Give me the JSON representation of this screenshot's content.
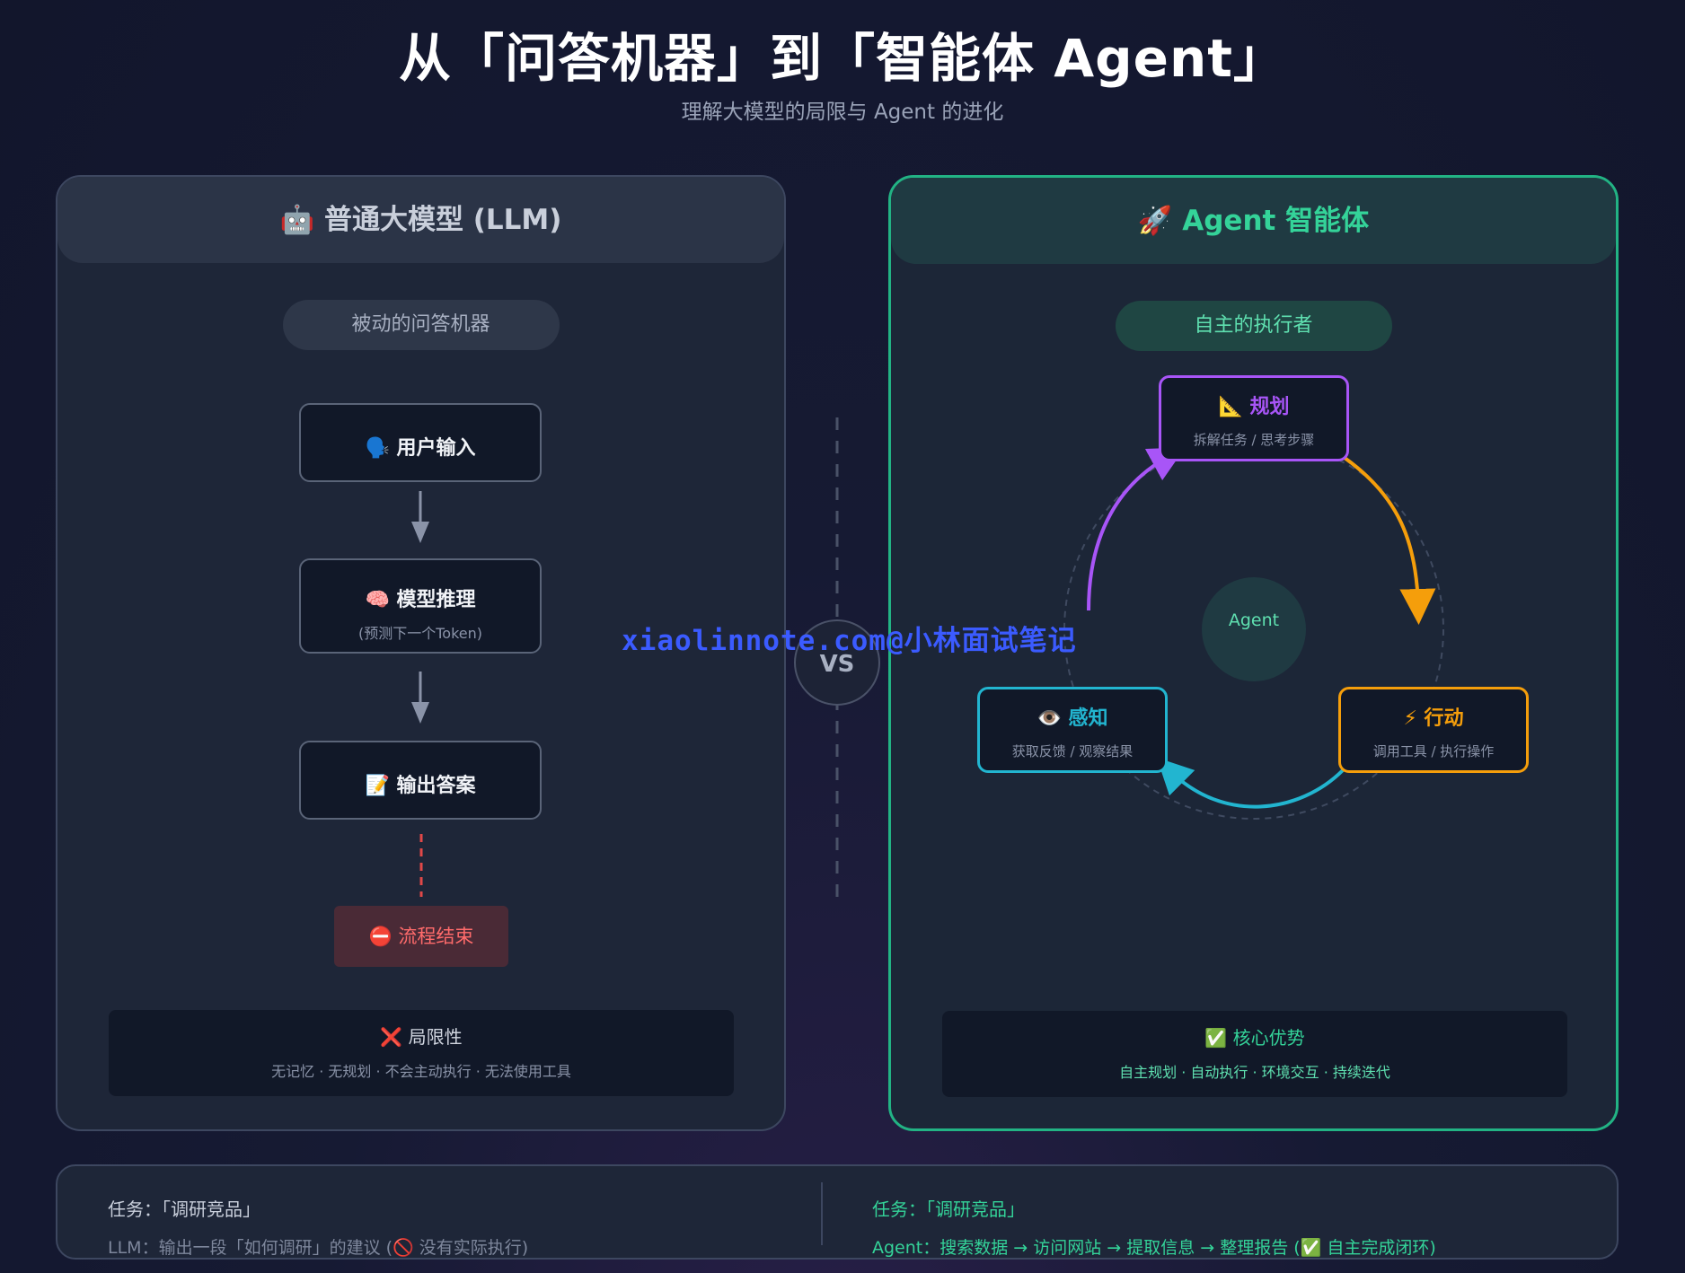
{
  "header": {
    "title": "从「问答机器」到「智能体 Agent」",
    "subtitle": "理解大模型的局限与 Agent 的进化"
  },
  "llm_panel": {
    "title": "🤖 普通大模型 (LLM)",
    "tag": "被动的问答机器",
    "steps": [
      {
        "label": "🗣️ 用户输入",
        "sub": ""
      },
      {
        "label": "🧠 模型推理",
        "sub": "(预测下一个Token)"
      },
      {
        "label": "📝 输出答案",
        "sub": ""
      }
    ],
    "end_label": "⛔ 流程结束",
    "note_title": "❌ 局限性",
    "note_text": "无记忆 · 无规划 · 不会主动执行 · 无法使用工具"
  },
  "vs_label": "VS",
  "watermark": "xiaolinnote.com@小林面试笔记",
  "agent_panel": {
    "title": "🚀 Agent 智能体",
    "tag": "自主的执行者",
    "center_label": "Agent",
    "cycle": [
      {
        "label": "📐 规划",
        "sub": "拆解任务 / 思考步骤",
        "color": "#a855f7"
      },
      {
        "label": "⚡ 行动",
        "sub": "调用工具 / 执行操作",
        "color": "#f59e0b"
      },
      {
        "label": "👁️ 感知",
        "sub": "获取反馈 / 观察结果",
        "color": "#22b5d0"
      }
    ],
    "note_title": "✅ 核心优势",
    "note_text": "自主规划 · 自动执行 · 环境交互 · 持续迭代"
  },
  "comparison": {
    "left_task": "任务：「调研竞品」",
    "left_result": "LLM：输出一段「如何调研」的建议 (🚫 没有实际执行)",
    "right_task": "任务：「调研竞品」",
    "right_result": "Agent：搜索数据 → 访问网站 → 提取信息 → 整理报告 (✅ 自主完成闭环)"
  }
}
